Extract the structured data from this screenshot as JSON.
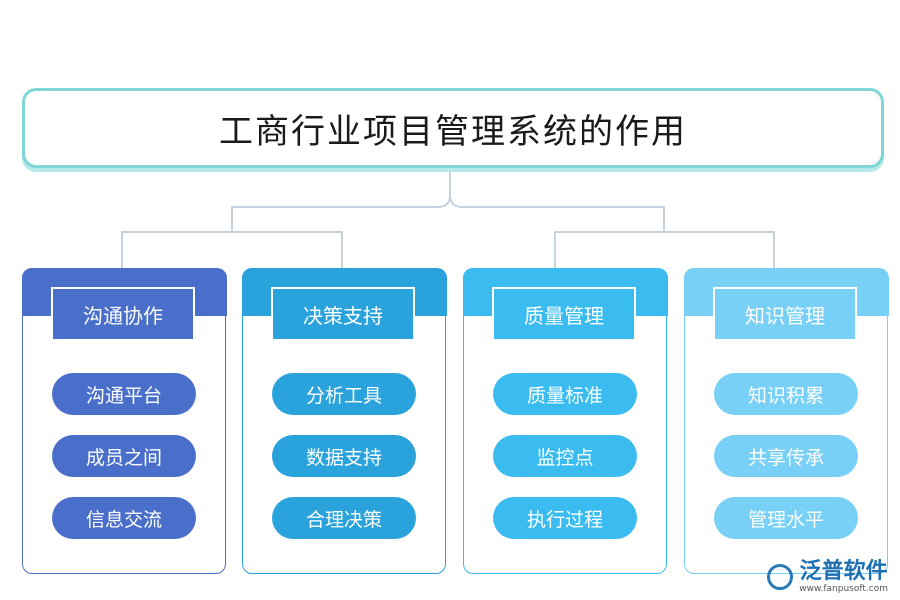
{
  "title": "工商行业项目管理系统的作用",
  "columns": [
    {
      "header": "沟通协作",
      "items": [
        "沟通平台",
        "成员之间",
        "信息交流"
      ],
      "color": "#4a6fca"
    },
    {
      "header": "决策支持",
      "items": [
        "分析工具",
        "数据支持",
        "合理决策"
      ],
      "color": "#2aa3dc"
    },
    {
      "header": "质量管理",
      "items": [
        "质量标准",
        "监控点",
        "执行过程"
      ],
      "color": "#3bbcf0"
    },
    {
      "header": "知识管理",
      "items": [
        "知识积累",
        "共享传承",
        "管理水平"
      ],
      "color": "#78d0f7"
    }
  ],
  "logo": {
    "name": "泛普软件",
    "url": "www.fanpusoft.com"
  },
  "colors": {
    "title_border": "#7fd6d9",
    "connector": "#c7d3de"
  }
}
